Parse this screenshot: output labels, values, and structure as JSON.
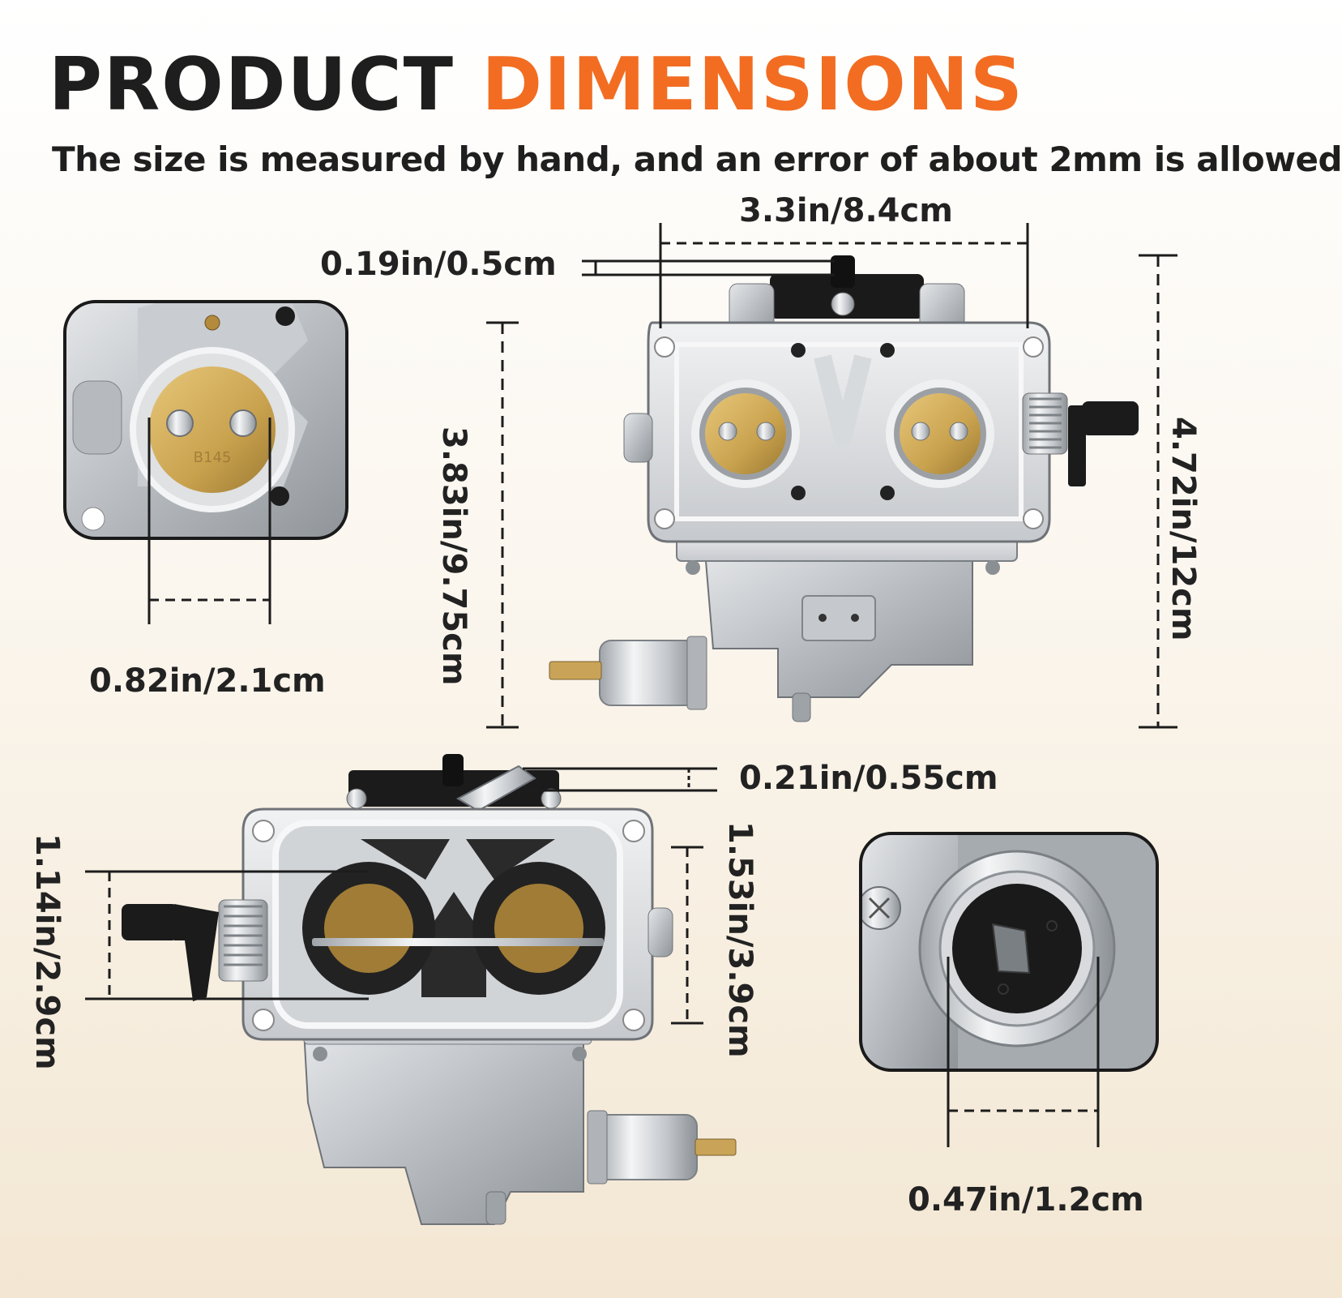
{
  "title": {
    "word1": "PRODUCT",
    "word2": "DIMENSIONS",
    "word1_color": "#1e1e1e",
    "word2_color": "#f26d22"
  },
  "subtitle": "The size is measured by hand, and an error of about 2mm is allowed",
  "dimensions": {
    "top_width": "3.3in/8.4cm",
    "top_nozzle": "0.19in/0.5cm",
    "top_height_left": "3.83in/9.75cm",
    "top_height_right": "4.72in/12cm",
    "inset_bore": "0.82in/2.1cm",
    "bottom_lever": "0.21in/0.55cm",
    "bottom_left_height": "1.14in/2.9cm",
    "bottom_right_height": "1.53in/3.9cm",
    "solenoid_diameter": "0.47in/1.2cm"
  },
  "stamp": "B145"
}
